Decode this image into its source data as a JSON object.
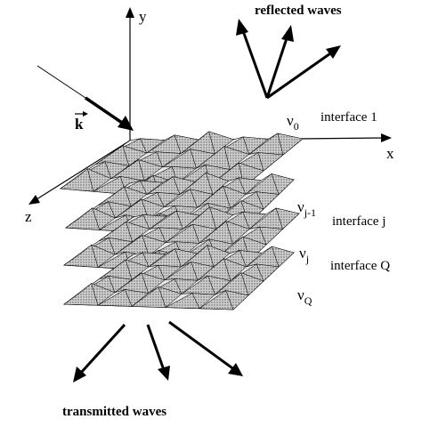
{
  "labels": {
    "reflected": "reflected waves",
    "transmitted": "transmitted waves",
    "axis_x": "x",
    "axis_y": "y",
    "axis_z": "z",
    "wavevector": "k",
    "nu": "ν",
    "nu0_sub": "0",
    "nuj1_sub": "j-1",
    "nuj_sub": "j",
    "nuQ_sub": "Q",
    "interface1": "interface 1",
    "interfacej": "interface j",
    "interfaceQ": "interface Q"
  },
  "colors": {
    "ink": "#000000",
    "surface_light": "#e8e8e8",
    "surface_dark": "#a9a9a9"
  }
}
